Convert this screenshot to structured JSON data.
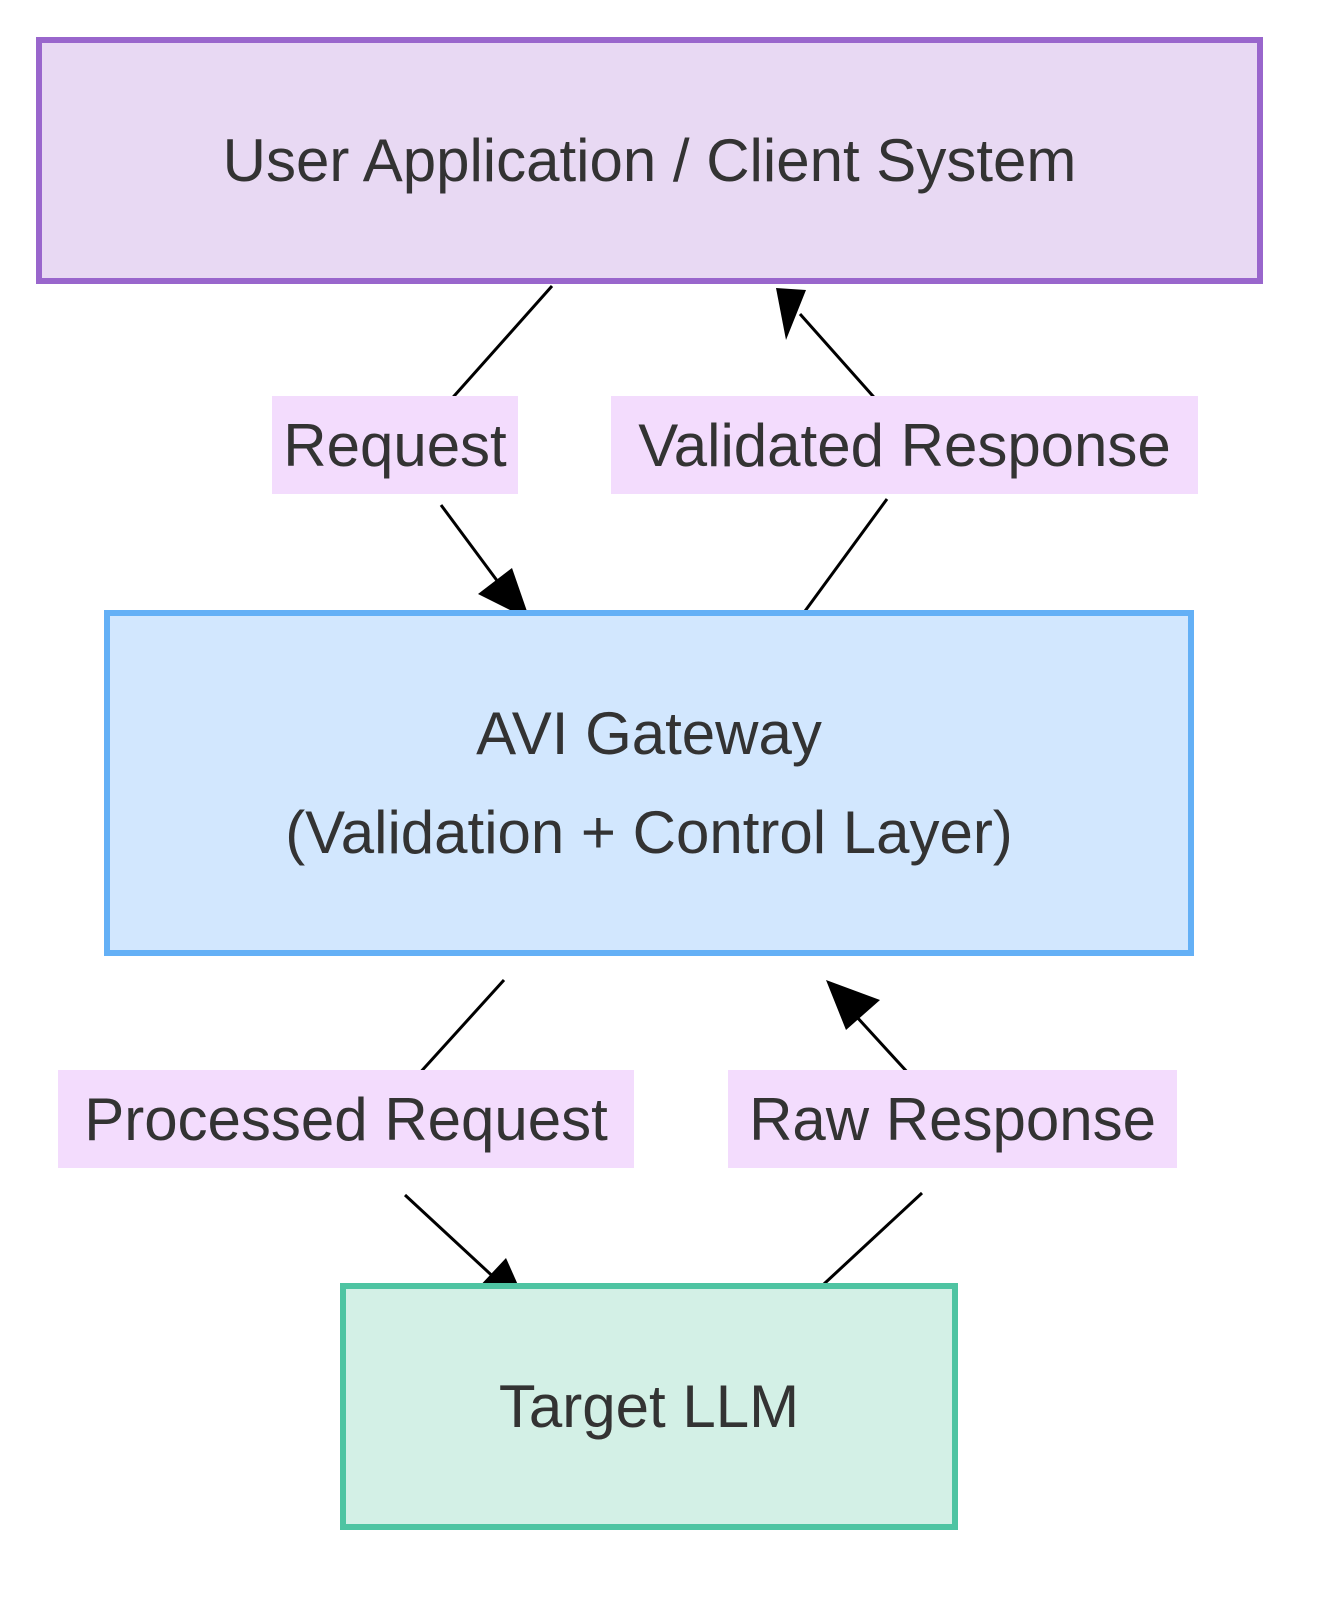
{
  "nodes": {
    "user": {
      "label": "User Application / Client System"
    },
    "gateway": {
      "line1": "AVI Gateway",
      "line2": "(Validation + Control Layer)"
    },
    "llm": {
      "label": "Target LLM"
    }
  },
  "edges": {
    "request": {
      "label": "Request"
    },
    "validated_response": {
      "label": "Validated Response"
    },
    "processed_request": {
      "label": "Processed Request"
    },
    "raw_response": {
      "label": "Raw Response"
    }
  },
  "colors": {
    "user_fill": "#e8d9f3",
    "user_border": "#9966cc",
    "gateway_fill": "#d2e7fe",
    "gateway_border": "#64b0f6",
    "llm_fill": "#d3f0e6",
    "llm_border": "#4ec4a2",
    "label_fill": "#f3dcfd",
    "edge_line": "#000000",
    "text": "#333333"
  }
}
